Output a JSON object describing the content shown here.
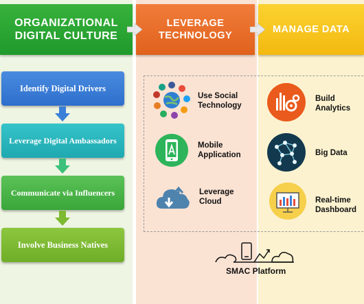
{
  "headers": [
    {
      "label": "ORGANIZATIONAL\nDIGITAL CULTURE",
      "color": "#2aa632"
    },
    {
      "label": "LEVERAGE\nTECHNOLOGY",
      "color": "#ea6d28"
    },
    {
      "label": "MANAGE DATA",
      "color": "#f8c51c"
    }
  ],
  "steps": [
    {
      "label": "Identify Digital Drivers",
      "color": "#3a7fd8"
    },
    {
      "label": "Leverage Digital Ambassadors",
      "color": "#29b6bd"
    },
    {
      "label": "Communicate via Influencers",
      "color": "#4bb548"
    },
    {
      "label": "Involve Business Natives",
      "color": "#7dba31"
    }
  ],
  "technology": [
    {
      "label": "Use Social\nTechnology",
      "icon": "social-network-globe-icon"
    },
    {
      "label": "Mobile\nApplication",
      "icon": "mobile-app-icon"
    },
    {
      "label": "Leverage\nCloud",
      "icon": "cloud-upload-icon"
    }
  ],
  "data_items": [
    {
      "label": "Build\nAnalytics",
      "icon": "analytics-gears-icon"
    },
    {
      "label": "Big Data",
      "icon": "big-data-network-icon"
    },
    {
      "label": "Real-time\nDashboard",
      "icon": "dashboard-chart-icon"
    }
  ],
  "platform": {
    "label": "SMAC Platform",
    "icon": "smac-platform-icon"
  }
}
